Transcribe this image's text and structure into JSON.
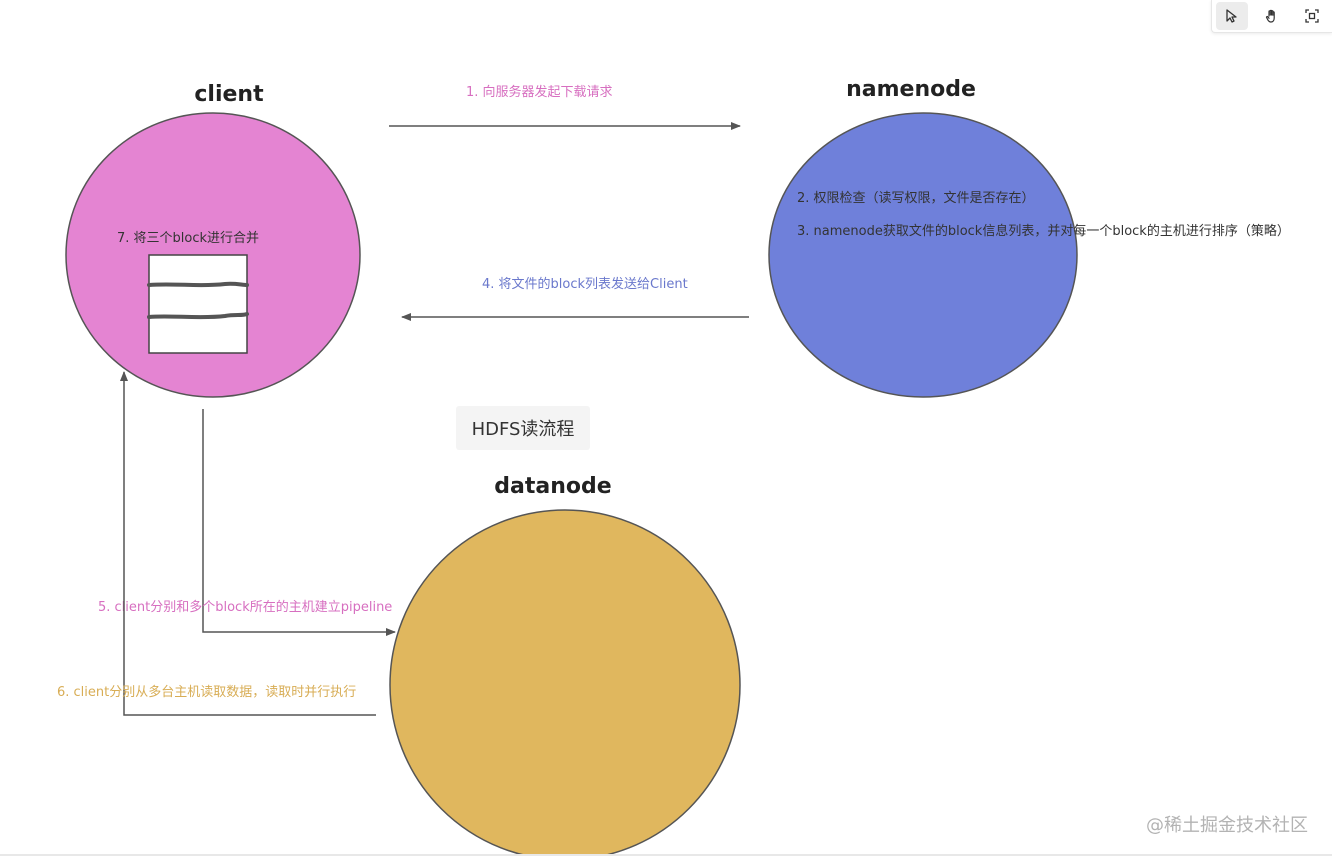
{
  "nodes": {
    "client": {
      "label": "client",
      "color": "#e484d2"
    },
    "namenode": {
      "label": "namenode",
      "color": "#6f80da"
    },
    "datanode": {
      "label": "datanode",
      "color": "#e0b75e"
    }
  },
  "steps": {
    "step1": {
      "text": "1. 向服务器发起下载请求",
      "color": "#d76fc0"
    },
    "step2": {
      "text": "2. 权限检查（读写权限，文件是否存在）",
      "color": "#333333"
    },
    "step3": {
      "text": "3. namenode获取文件的block信息列表，并对每一个block的主机进行排序（策略）",
      "color": "#333333"
    },
    "step4": {
      "text": "4. 将文件的block列表发送给Client",
      "color": "#6a78cc"
    },
    "step5": {
      "text": "5. client分别和多个block所在的主机建立pipeline",
      "color": "#d76fc0"
    },
    "step6": {
      "text": "6. client分别从多台主机读取数据，读取时并行执行",
      "color": "#d8ad55"
    },
    "step7": {
      "text": "7. 将三个block进行合并",
      "color": "#333333"
    }
  },
  "title": "HDFS读流程",
  "watermark": "@稀土掘金技术社区",
  "toolbar": {
    "tools": [
      "pointer-tool",
      "hand-tool",
      "screenshot-tool"
    ],
    "active": "pointer-tool"
  },
  "colors": {
    "stroke": "#555555",
    "arrow": "#555555"
  }
}
